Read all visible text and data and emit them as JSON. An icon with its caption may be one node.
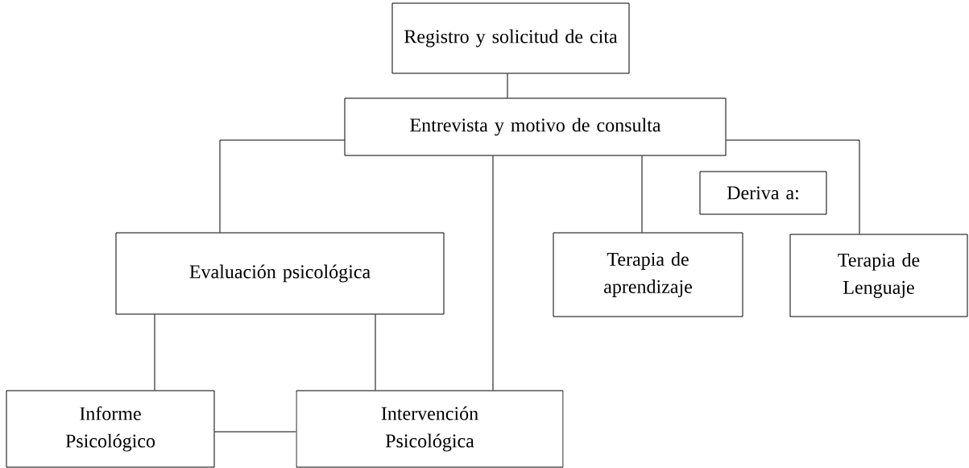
{
  "diagram": {
    "nodes": [
      {
        "text": [
          "Registro y solicitud de cita"
        ]
      },
      {
        "text": [
          "Entrevista y motivo de consulta"
        ]
      },
      {
        "text": [
          "Evaluación psicológica"
        ]
      },
      {
        "text": [
          "Deriva a:"
        ]
      },
      {
        "text": [
          "Terapia de aprendizaje"
        ]
      },
      {
        "text": [
          "Terapia de Lenguaje"
        ]
      },
      {
        "text": [
          "Informe Psicológico"
        ]
      },
      {
        "text": [
          "Intervención Psicológica"
        ]
      }
    ],
    "edges": [
      {
        "from": 0,
        "to": 1,
        "arrow": "none"
      },
      {
        "from": 1,
        "to": 2,
        "arrow": "none"
      },
      {
        "from": 1,
        "to": 7,
        "arrow": "none"
      },
      {
        "from": 1,
        "to": 4,
        "arrow": "none"
      },
      {
        "from": 1,
        "to": 5,
        "arrow": "none"
      },
      {
        "from": 2,
        "to": 6,
        "arrow": "none"
      },
      {
        "from": 2,
        "to": 7,
        "arrow": "none"
      },
      {
        "from": 6,
        "to": 7,
        "arrow": "none"
      }
    ]
  }
}
